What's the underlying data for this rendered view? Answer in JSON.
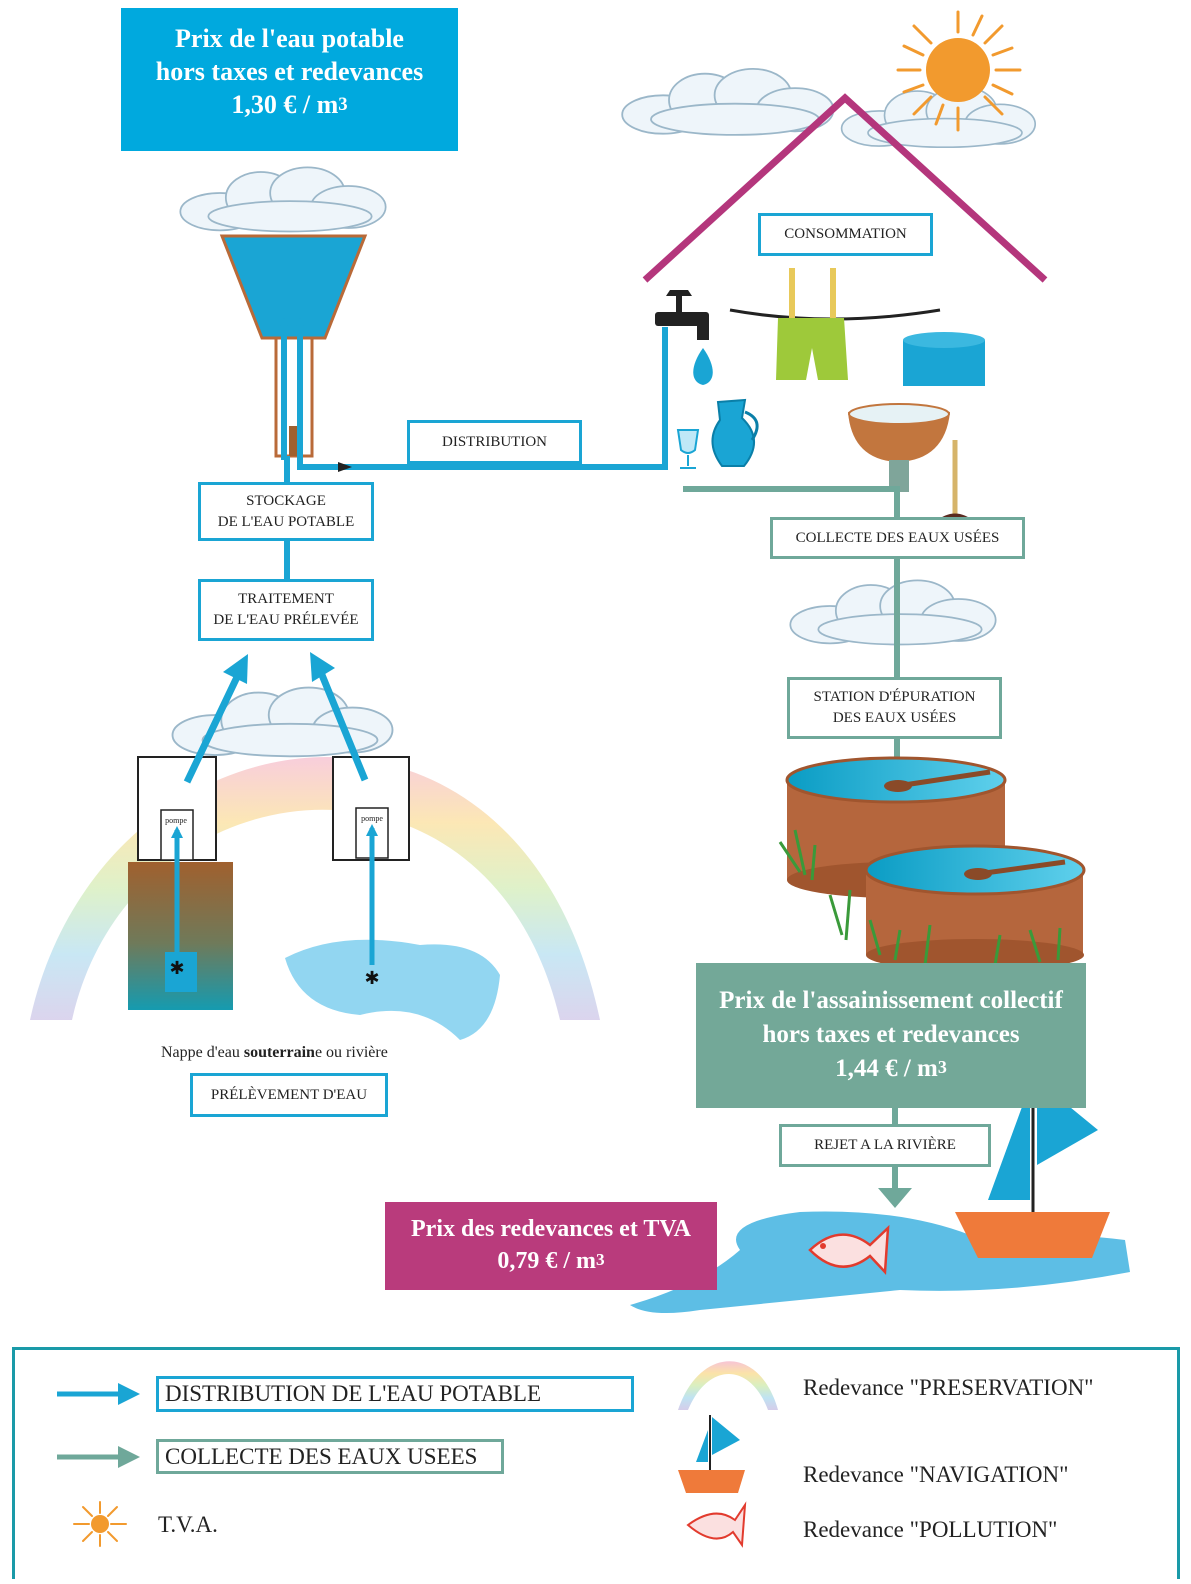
{
  "prices": {
    "eau_potable": {
      "line1": "Prix de l'eau potable",
      "line2": "hors taxes et redevances",
      "value": "1,30 € / m",
      "exp": "3"
    },
    "assainissement": {
      "line1": "Prix de l'assainissement collectif",
      "line2": "hors taxes et redevances",
      "value": "1,44 € / m",
      "exp": "3"
    },
    "redevances": {
      "line1": "Prix des redevances et TVA",
      "value": "0,79 € / m",
      "exp": "3"
    }
  },
  "steps": {
    "consommation": "CONSOMMATION",
    "distribution": "DISTRIBUTION",
    "stockage_1": "STOCKAGE",
    "stockage_2": "DE L'EAU POTABLE",
    "traitement_1": "TRAITEMENT",
    "traitement_2": "DE L'EAU PRÉLEVÉE",
    "collecte": "COLLECTE DES EAUX USÉES",
    "station_1": "STATION D'ÉPURATION",
    "station_2": "DES EAUX USÉES",
    "prelevement": "PRÉLÈVEMENT D'EAU",
    "rejet": "REJET A LA RIVIÈRE"
  },
  "pump_label": "pompe",
  "caption": {
    "before": "Nappe d'eau ",
    "bold": "souterrain",
    "after": "e ou  rivière"
  },
  "legend": {
    "distribution": "DISTRIBUTION DE L'EAU POTABLE",
    "collecte": "COLLECTE DES EAUX USEES",
    "tva": "T.V.A.",
    "preservation": "Redevance \"PRESERVATION\"",
    "navigation": "Redevance \"NAVIGATION\"",
    "pollution": "Redevance \"POLLUTION\""
  },
  "colors": {
    "blue": "#1aa5d4",
    "green": "#6fa89a",
    "price_blue": "#00a9de",
    "price_green": "#73a898",
    "price_magenta": "#b93b7c",
    "roof": "#b4367c",
    "sun": "#f29a2e"
  }
}
